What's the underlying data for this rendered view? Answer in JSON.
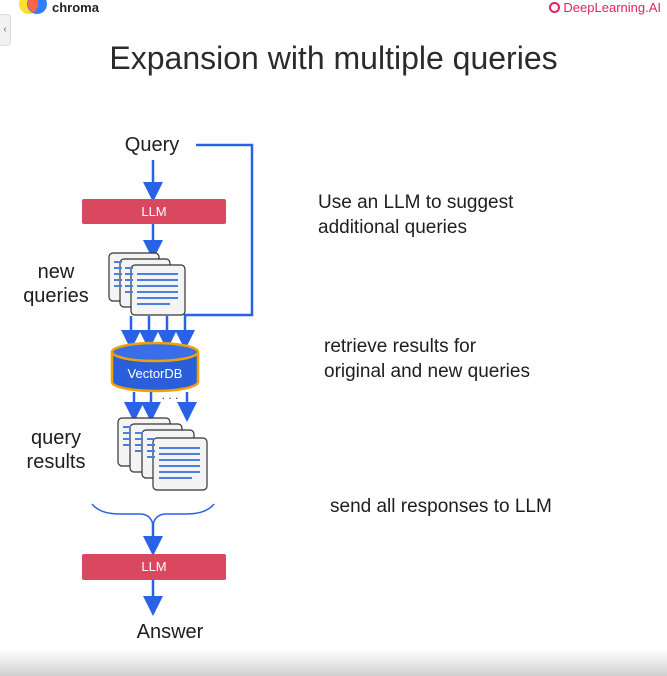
{
  "header": {
    "brand_left": "chroma",
    "brand_right": "DeepLearning.AI"
  },
  "slide": {
    "title": "Expansion with multiple queries",
    "query_label": "Query",
    "llm_top_label": "LLM",
    "new_queries_label_line1": "new",
    "new_queries_label_line2": "queries",
    "vectordb_label": "VectorDB",
    "ellipsis": ". . .",
    "query_results_line1": "query",
    "query_results_line2": "results",
    "llm_bottom_label": "LLM",
    "answer_label": "Answer",
    "desc1_line1": "Use an LLM to suggest",
    "desc1_line2": "additional queries",
    "desc2_line1": "retrieve results for",
    "desc2_line2": "original and new queries",
    "desc3": "send all responses to LLM"
  },
  "colors": {
    "arrow": "#2962e6",
    "llm_box": "#d9485f",
    "vectordb_fill": "#2b5fd9",
    "vectordb_border": "#f0a300",
    "doc_lines": "#4a7fe0"
  }
}
